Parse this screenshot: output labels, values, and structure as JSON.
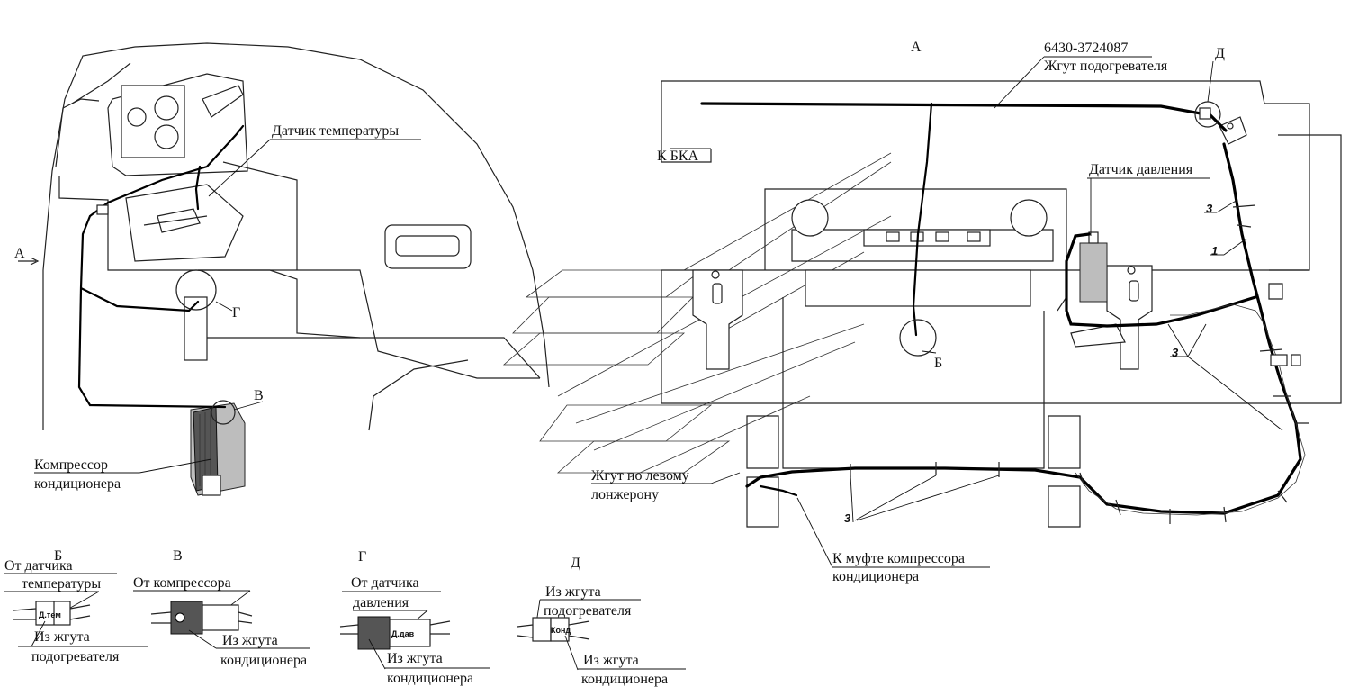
{
  "labels": {
    "view_a": "А",
    "view_a_arrow": "А",
    "part_number": "6430-3724087",
    "heater_harness": "Жгут подогревателя",
    "to_bka": "К БКА",
    "temp_sensor": "Датчик температуры",
    "pressure_sensor": "Датчик давления",
    "callout_b": "Б",
    "callout_v": "В",
    "callout_g": "Г",
    "callout_d": "Д",
    "compressor_l1": "Компрессор",
    "compressor_l2": "кондиционера",
    "left_spar_l1": "Жгут по левому",
    "left_spar_l2": "лонжерону",
    "clutch_l1": "К муфте компрессора",
    "clutch_l2": "кондиционера",
    "item_3": "3",
    "item_1": "1"
  },
  "details": {
    "b": {
      "title": "Б",
      "from_l1": "От датчика",
      "from_l2": "температуры",
      "to_l1": "Из жгута",
      "to_l2": "подогревателя",
      "tag": "Д.тем"
    },
    "v": {
      "title": "В",
      "from": "От компрессора",
      "to_l1": "Из жгута",
      "to_l2": "кондиционера"
    },
    "g": {
      "title": "Г",
      "from_l1": "От датчика",
      "from_l2": "давления",
      "to_l1": "Из жгута",
      "to_l2": "кондиционера",
      "tag": "Д.дав"
    },
    "d": {
      "title": "Д",
      "from_l1": "Из жгута",
      "from_l2": "подогревателя",
      "to_l1": "Из жгута",
      "to_l2": "кондиционера",
      "tag": "Конд"
    }
  }
}
